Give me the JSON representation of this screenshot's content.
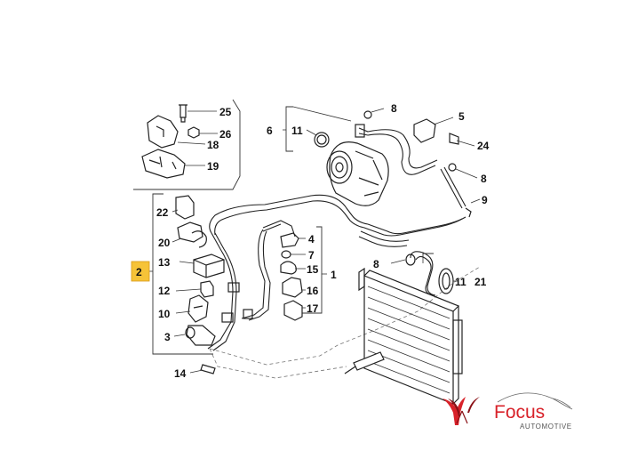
{
  "labels": {
    "p25": "25",
    "p26": "26",
    "p18": "18",
    "p19": "19",
    "p6": "6",
    "p11a": "11",
    "p8a": "8",
    "p5": "5",
    "p24": "24",
    "p8b": "8",
    "p9": "9",
    "p22": "22",
    "p20": "20",
    "p13": "13",
    "p12": "12",
    "p10": "10",
    "p3": "3",
    "p14": "14",
    "p2": "2",
    "p4": "4",
    "p7": "7",
    "p15": "15",
    "p1": "1",
    "p16": "16",
    "p17": "17",
    "p8c": "8",
    "p11b": "11",
    "p21": "21"
  },
  "brand": {
    "name": "Focus",
    "tagline": "AUTOMOTIVE"
  },
  "colors": {
    "highlight": "#f6c338",
    "brand_red": "#d8222a"
  },
  "icons": [
    "direction-arrow-icon",
    "focus-logo-icon"
  ]
}
